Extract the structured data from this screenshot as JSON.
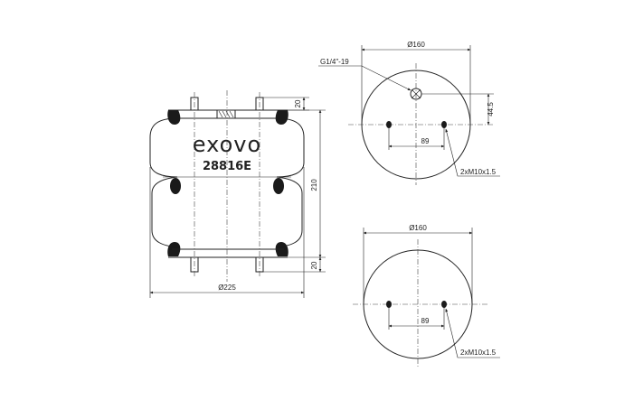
{
  "brand": "exovo",
  "model": "28816E",
  "side_view": {
    "diameter_label": "Ø225",
    "height_label": "210",
    "top_stud_label": "20",
    "bottom_stud_label": "20"
  },
  "top_plate": {
    "diameter_label": "Ø160",
    "port_label": "G1/4\"-19",
    "offset_label": "44.5",
    "spacing_label": "89",
    "thread_label": "2xM10x1.5"
  },
  "bottom_plate": {
    "diameter_label": "Ø160",
    "spacing_label": "89",
    "thread_label": "2xM10x1.5"
  },
  "colors": {
    "line": "#222222",
    "background": "#ffffff"
  }
}
